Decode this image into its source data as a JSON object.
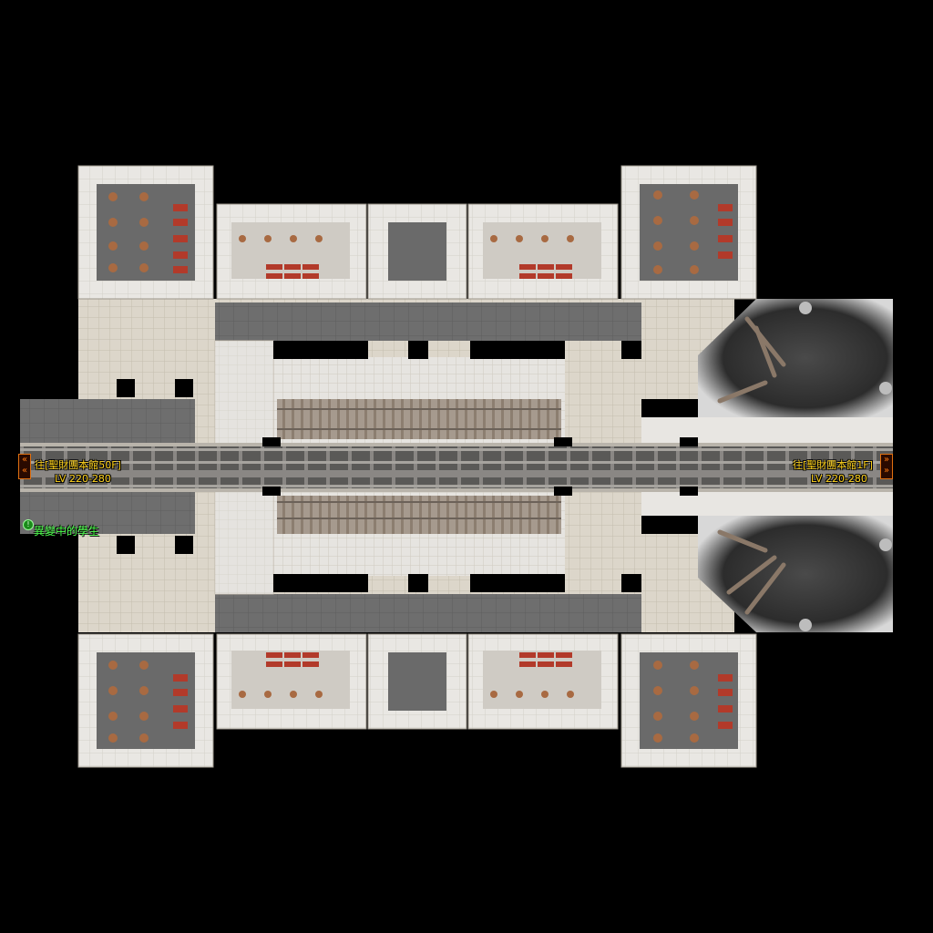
{
  "portals": {
    "left": {
      "destination": "往[聖財團本館50F]",
      "level": "LV 220-280"
    },
    "right": {
      "destination": "往[聖財團本館1F]",
      "level": "LV 220-280"
    }
  },
  "npc": {
    "name": "異變中的學生",
    "icon": "quest-npc-icon"
  },
  "icons": {
    "portal_left": "double-chevron-left-icon",
    "portal_right": "double-chevron-right-icon"
  },
  "colors": {
    "background": "#000000",
    "floor_light": "#e8e6e2",
    "floor_tile": "#d9d2c4",
    "walkway_gray": "#6b6b6b",
    "rail": "#5a5a5a",
    "label_yellow": "#ffd21a",
    "npc_green": "#4dff4d",
    "portal_orange": "#e07010",
    "machine_red": "#b23a2a"
  }
}
